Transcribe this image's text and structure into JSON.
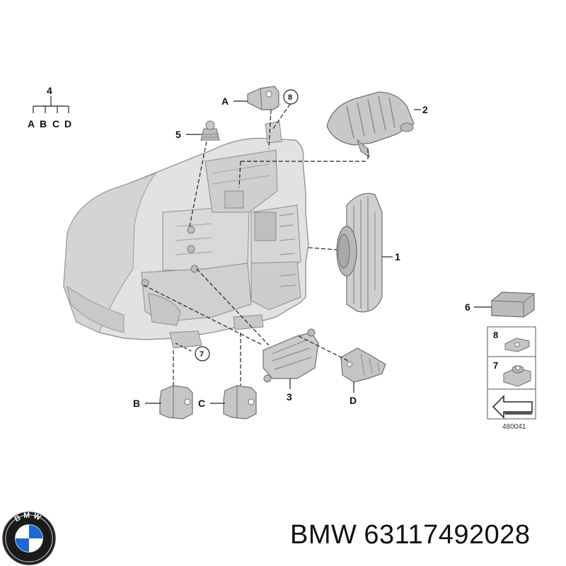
{
  "diagram": {
    "callouts": {
      "c1": "1",
      "c2": "2",
      "c3": "3",
      "c4": "4",
      "c5": "5",
      "c6": "6",
      "c7": "7",
      "c8": "8",
      "a": "A",
      "b": "B",
      "c": "C",
      "d": "D",
      "tree": [
        "A",
        "B",
        "C",
        "D"
      ]
    },
    "side_panel": {
      "n8": "8",
      "n7": "7"
    },
    "diagram_id": "480041"
  },
  "caption": {
    "brand": "BMW",
    "part_number": "63117492028"
  },
  "logo": {
    "letters": "BMW",
    "brand_blue": "#1c69d4"
  }
}
